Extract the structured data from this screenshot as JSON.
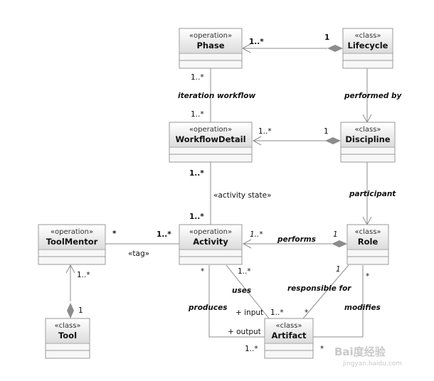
{
  "classes": {
    "phase": {
      "stereotype": "«operation»",
      "name": "Phase"
    },
    "lifecycle": {
      "stereotype": "«class»",
      "name": "Lifecycle"
    },
    "workflowdetail": {
      "stereotype": "«operation»",
      "name": "WorkflowDetail"
    },
    "discipline": {
      "stereotype": "«class»",
      "name": "Discipline"
    },
    "toolmentor": {
      "stereotype": "«operation»",
      "name": "ToolMentor"
    },
    "activity": {
      "stereotype": "«operation»",
      "name": "Activity"
    },
    "role": {
      "stereotype": "«class»",
      "name": "Role"
    },
    "tool": {
      "stereotype": "«class»",
      "name": "Tool"
    },
    "artifact": {
      "stereotype": "«class»",
      "name": "Artifact"
    }
  },
  "associations": {
    "iteration_workflow": "iteration workflow",
    "performed_by": "performed by",
    "activity_state": "«activity state»",
    "participant": "participant",
    "tag": "«tag»",
    "performs": "performs",
    "uses": "uses",
    "responsible_for": "responsible for",
    "produces": "produces",
    "modifies": "modifies",
    "input": "+ input",
    "output": "+ output"
  },
  "multiplicities": {
    "phase_lifecycle_phase": "1..*",
    "phase_lifecycle_lifecycle": "1",
    "phase_wfd_phase": "1..*",
    "phase_wfd_wfd": "1..*",
    "wfd_discipline_wfd": "1..*",
    "wfd_discipline_discipline": "1",
    "wfd_activity_wfd": "1..*",
    "wfd_activity_activity": "1..*",
    "toolmentor_activity_toolmentor": "*",
    "toolmentor_activity_activity": "1..*",
    "activity_role_activity": "1..*",
    "activity_role_role": "1",
    "toolmentor_tool_toolmentor": "1..*",
    "toolmentor_tool_tool": "1",
    "activity_produces": "*",
    "activity_uses": "1..*",
    "artifact_uses": "1..*",
    "role_responsible": "1",
    "artifact_responsible": "*",
    "role_modifies": "*",
    "artifact_modifies": "*",
    "artifact_output": "1..*"
  },
  "watermark": {
    "brand": "Bai度经验",
    "url": "jingyan.baidu.com"
  }
}
